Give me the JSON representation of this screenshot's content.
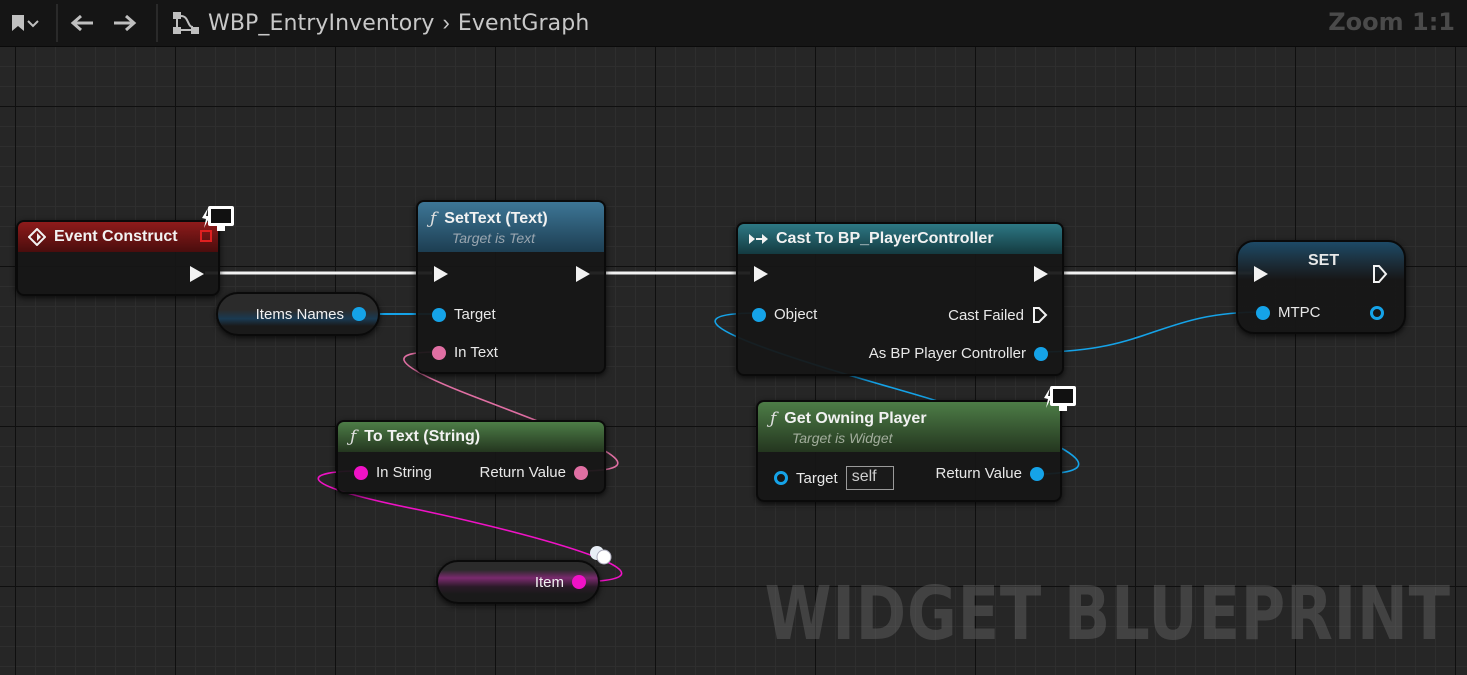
{
  "toolbar": {
    "breadcrumb_blueprint": "WBP_EntryInventory",
    "breadcrumb_graph": "EventGraph",
    "zoom": "Zoom 1:1"
  },
  "nodes": {
    "event_construct": {
      "title": "Event Construct"
    },
    "items_names": {
      "label": "Items Names"
    },
    "set_text": {
      "title": "SetText (Text)",
      "subtitle": "Target is Text",
      "pin_target": "Target",
      "pin_in_text": "In Text"
    },
    "to_text": {
      "title": "To Text (String)",
      "pin_in_string": "In String",
      "pin_return": "Return Value"
    },
    "item": {
      "label": "Item"
    },
    "cast": {
      "title": "Cast To BP_PlayerController",
      "pin_object": "Object",
      "pin_cast_failed": "Cast Failed",
      "pin_as": "As BP Player Controller"
    },
    "get_owning_player": {
      "title": "Get Owning Player",
      "subtitle": "Target is Widget",
      "pin_target": "Target",
      "target_default": "self",
      "pin_return": "Return Value"
    },
    "set": {
      "title": "SET",
      "pin_mtpc": "MTPC"
    }
  },
  "watermark": "WIDGET BLUEPRINT",
  "colors": {
    "exec": "#f2f2f2",
    "object_pin": "#15a3e8",
    "text_pin": "#e06fa3",
    "string_pin": "#f012c6",
    "event_header": "#7a1414",
    "function_header": "#2c5b78",
    "pure_header": "#3f6b3a",
    "cast_header": "#1f5d66"
  }
}
